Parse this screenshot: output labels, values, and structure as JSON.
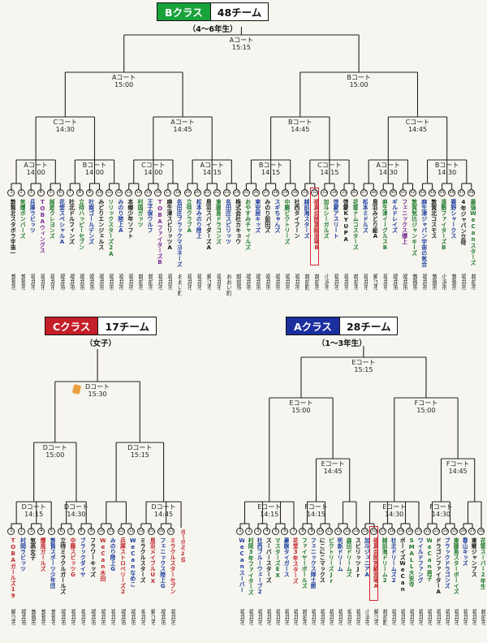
{
  "brackets": {
    "b": {
      "header": {
        "title": "Bクラス",
        "count": "48チーム",
        "subtitle": "（4～6年生）"
      },
      "accent": "#18a23a",
      "rounds": {
        "final": {
          "court": "Aコート",
          "time": "15:15"
        },
        "semis": [
          {
            "court": "Aコート",
            "time": "15:00"
          },
          {
            "court": "Bコート",
            "time": "15:00"
          }
        ],
        "quarters": [
          {
            "court": "Cコート",
            "time": "14:30"
          },
          {
            "court": "Aコート",
            "time": "14:45"
          },
          {
            "court": "Bコート",
            "time": "14:45"
          },
          {
            "court": "Cコート",
            "time": "14:45"
          }
        ],
        "groups": [
          {
            "court": "Aコート",
            "time": "14:00"
          },
          {
            "court": "Bコート",
            "time": "14:00"
          },
          {
            "court": "Cコート",
            "time": "14:00"
          },
          {
            "court": "Aコート",
            "time": "14:15"
          },
          {
            "court": "Bコート",
            "time": "14:15"
          },
          {
            "court": "Cコート",
            "time": "14:15"
          },
          {
            "court": "Aコート",
            "time": "14:30"
          },
          {
            "court": "Bコート",
            "time": "14:30"
          }
        ]
      },
      "teams": [
        {
          "no": "1",
          "name": "敦賀北スタボラ宇宙一",
          "city": "敦賀市",
          "color": "#1a1a1a"
        },
        {
          "no": "2",
          "name": "気爆ボンバーズ",
          "city": "敦賀市",
          "color": "#1f7a2e"
        },
        {
          "no": "3",
          "name": "兵庫ラビッツ",
          "city": "福井市",
          "color": "#1d3f9e"
        },
        {
          "no": "4",
          "name": "TOBAウィングス",
          "city": "福井市",
          "color": "#7a2d96"
        },
        {
          "no": "5",
          "name": "越廼クレヨンズ",
          "city": "福井市",
          "color": "#1f7a2e"
        },
        {
          "no": "6",
          "name": "花堂スペシャルA",
          "city": "福井市",
          "color": "#1d3f9e"
        },
        {
          "no": "7",
          "name": "社北ドルフィンズ",
          "city": "福井市",
          "color": "#1a1a1a"
        },
        {
          "no": "8",
          "name": "立待ハッピーセブン",
          "city": "福井市",
          "color": "#1f7a2e"
        },
        {
          "no": "9",
          "name": "社南ゴールデンズ",
          "city": "福井市",
          "color": "#1d3f9e"
        },
        {
          "no": "10",
          "name": "みどりエンジェルス",
          "city": "福井市",
          "color": "#1a1a1a"
        },
        {
          "no": "11",
          "name": "リリックスターズ2A",
          "city": "福井市",
          "color": "#1f7a2e"
        },
        {
          "no": "12",
          "name": "みのり陸上A",
          "city": "福井市",
          "color": "#1d3f9e"
        },
        {
          "no": "13",
          "name": "本郷少年ソフト",
          "city": "福井市",
          "color": "#1a1a1a"
        },
        {
          "no": "14",
          "name": "村国ガッツ",
          "city": "越前市",
          "color": "#1f7a2e"
        },
        {
          "no": "15",
          "name": "王子保ウルフ",
          "city": "越前市",
          "color": "#1d3f9e"
        },
        {
          "no": "16",
          "name": "TOBAファイターズB",
          "city": "福井市",
          "color": "#7a2d96"
        },
        {
          "no": "17",
          "name": "麻生津スピリッツA",
          "city": "福井市",
          "color": "#1a1a1a"
        },
        {
          "no": "18",
          "name": "名田庄ブラックマヨネーズ",
          "city": "おおい町",
          "color": "#1d3f9e"
        },
        {
          "no": "19",
          "name": "立待クラブA",
          "city": "福井市",
          "color": "#1f7a2e"
        },
        {
          "no": "20",
          "name": "松本みのり陸上",
          "city": "福井市",
          "color": "#1d3f9e"
        },
        {
          "no": "21",
          "name": "鳥羽スパイダーズA",
          "city": "鯖江市",
          "color": "#1a1a1a"
        },
        {
          "no": "22",
          "name": "東藤島ドラゴンズ",
          "city": "福井市",
          "color": "#1f7a2e"
        },
        {
          "no": "23",
          "name": "名田庄スピリッツ",
          "city": "おおい町",
          "color": "#1d3f9e"
        },
        {
          "no": "24",
          "name": "株式会社カキョウ",
          "city": "越前市",
          "color": "#1a1a1a"
        },
        {
          "no": "25",
          "name": "おやすみチャイルズ",
          "city": "福井市",
          "color": "#1f7a2e"
        },
        {
          "no": "26",
          "name": "東安居キッズ",
          "city": "福井市",
          "color": "#1d3f9e"
        },
        {
          "no": "27",
          "name": "みのり前田ズ",
          "city": "福井市",
          "color": "#1a1a1a"
        },
        {
          "no": "28",
          "name": "スギちゃんズ",
          "city": "福井市",
          "color": "#1d3f9e"
        },
        {
          "no": "29",
          "name": "中藤ビクトリーズ",
          "city": "福井市",
          "color": "#1f7a2e"
        },
        {
          "no": "30",
          "name": "社西タイフーン",
          "city": "福井市",
          "color": "#1a1a1a"
        },
        {
          "no": "31",
          "name": "越前海スターズ",
          "city": "越前町",
          "color": "#1d3f9e"
        },
        {
          "no": "32",
          "name": "福真会館富謳道場B",
          "city": "越前市",
          "color": "#c1272d",
          "boxed": true
        },
        {
          "no": "33",
          "name": "加斗シーガルズ",
          "city": "小浜市",
          "color": "#1f7a2e"
        },
        {
          "no": "34",
          "name": "啓蒙アスリート",
          "city": "福井市",
          "color": "#1d3f9e"
        },
        {
          "no": "35",
          "name": "啓蒙KYUPA",
          "city": "福井市",
          "color": "#1a1a1a"
        },
        {
          "no": "36",
          "name": "花筐ナムコスターズ",
          "city": "越前市",
          "color": "#1f7a2e"
        },
        {
          "no": "37",
          "name": "松本ミドルズ",
          "city": "福井市",
          "color": "#1d3f9e"
        },
        {
          "no": "38",
          "name": "鳥羽みどり組A",
          "city": "鯖江市",
          "color": "#1a1a1a"
        },
        {
          "no": "39",
          "name": "麻生津イーグルスB",
          "city": "福井市",
          "color": "#1f7a2e"
        },
        {
          "no": "40",
          "name": "ギルドレイズ",
          "city": "福井市",
          "color": "#1d3f9e"
        },
        {
          "no": "41",
          "name": "フェニックス爆上",
          "city": "福井市",
          "color": "#7a2d96"
        },
        {
          "no": "42",
          "name": "敦賀気比ジャンキーズ",
          "city": "敦賀市",
          "color": "#1f7a2e"
        },
        {
          "no": "43",
          "name": "麻生津ジャパン宇宙の気合",
          "city": "福井市",
          "color": "#1d3f9e"
        },
        {
          "no": "44",
          "name": "敦賀北コスモス",
          "city": "敦賀市",
          "color": "#1a1a1a"
        },
        {
          "no": "45",
          "name": "遠敷ファイターズB",
          "city": "小浜市",
          "color": "#1f7a2e"
        },
        {
          "no": "46",
          "name": "粟野シャークス",
          "city": "敦賀市",
          "color": "#1d3f9e"
        },
        {
          "no": "47",
          "name": "4年ジャパン立待",
          "city": "福井市",
          "color": "#1a1a1a"
        },
        {
          "no": "48",
          "name": "最強WeCanスターズ",
          "city": "越前市",
          "color": "#1f7a2e"
        }
      ]
    },
    "c": {
      "header": {
        "title": "Cクラス",
        "count": "17チーム",
        "subtitle": "（女子）"
      },
      "accent": "#c41e28",
      "note": "⑮～⑰の2位",
      "rounds": {
        "final": {
          "court": "Dコート",
          "time": "15:30"
        },
        "semis": [
          {
            "court": "Dコート",
            "time": "15:00"
          },
          {
            "court": "Dコート",
            "time": "15:15"
          }
        ],
        "groups": [
          {
            "court": "Dコート",
            "time": "14:15"
          },
          {
            "court": "Dコート",
            "time": "14:30"
          },
          {
            "court": "Dコート",
            "time": "14:45"
          }
        ]
      },
      "teams": [
        {
          "no": "1",
          "name": "TOBAガールズ19",
          "city": "鯖江市",
          "color": "#c1272d"
        },
        {
          "no": "2",
          "name": "村岡ラビッツ",
          "city": "福井市",
          "color": "#1d3f9e"
        },
        {
          "no": "3",
          "name": "気高女子",
          "city": "敦賀市",
          "color": "#1a1a1a"
        },
        {
          "no": "4",
          "name": "爆風ガールズ",
          "city": "敦賀市",
          "color": "#c1272d"
        },
        {
          "no": "5",
          "name": "敦賀スポーツ少年団",
          "city": "敦賀市",
          "color": "#1d3f9e"
        },
        {
          "no": "6",
          "name": "立待ミラクルガールズ",
          "city": "福井市",
          "color": "#1a1a1a"
        },
        {
          "no": "7",
          "name": "中藤スピッツG",
          "city": "福井市",
          "color": "#c1272d"
        },
        {
          "no": "8",
          "name": "ブラックダイヤ",
          "city": "福井市",
          "color": "#1d3f9e"
        },
        {
          "no": "9",
          "name": "フラワーキッズ",
          "city": "福井市",
          "color": "#1a1a1a"
        },
        {
          "no": "10",
          "name": "WeCan木田",
          "city": "福井市",
          "color": "#c1272d"
        },
        {
          "no": "11",
          "name": "みのり陸上G",
          "city": "福井市",
          "color": "#1d3f9e"
        },
        {
          "no": "12",
          "name": "兵庫ストロベリーズ2",
          "city": "福井市",
          "color": "#c1272d"
        },
        {
          "no": "13",
          "name": "WeCanなめこ",
          "city": "福井市",
          "color": "#1d3f9e"
        },
        {
          "no": "14",
          "name": "ミラクルスターズ",
          "city": "坂井市",
          "color": "#1a1a1a"
        },
        {
          "no": "15",
          "name": "鳥羽メイプルUX",
          "city": "鯖江市",
          "color": "#c1272d"
        },
        {
          "no": "16",
          "name": "フェニックス陸上G",
          "city": "福井市",
          "color": "#1d3f9e"
        },
        {
          "no": "17",
          "name": "ミラクルスターセブン",
          "city": "福井市",
          "color": "#c1272d"
        }
      ]
    },
    "a": {
      "header": {
        "title": "Aクラス",
        "count": "28チーム",
        "subtitle": "（1～3年生）"
      },
      "accent": "#1c2f9e",
      "rounds": {
        "final": {
          "court": "Eコート",
          "time": "15:15"
        },
        "semis": [
          {
            "court": "Eコート",
            "time": "15:00"
          },
          {
            "court": "Fコート",
            "time": "15:00"
          }
        ],
        "quarters": [
          {
            "court": "Eコート",
            "time": "14:45"
          },
          {
            "court": "Fコート",
            "time": "14:45"
          }
        ],
        "groups": [
          {
            "court": "Eコート",
            "time": "14:15"
          },
          {
            "court": "Fコート",
            "time": "14:15"
          },
          {
            "court": "Eコート",
            "time": "14:30"
          },
          {
            "court": "Fコート",
            "time": "14:30"
          }
        ]
      },
      "teams": [
        {
          "no": "1",
          "name": "WeCanスーパー",
          "city": "福井市",
          "color": "#1d3f9e"
        },
        {
          "no": "2",
          "name": "村岡3年ファイターズ",
          "city": "福井市",
          "color": "#1f7a2e"
        },
        {
          "no": "3",
          "name": "社西ブルーウェーブ2",
          "city": "福井市",
          "color": "#1d3f9e"
        },
        {
          "no": "4",
          "name": "スーパースターズ",
          "city": "福井市",
          "color": "#1a1a1a"
        },
        {
          "no": "5",
          "name": "マスターズEX",
          "city": "福井市",
          "color": "#1f7a2e"
        },
        {
          "no": "6",
          "name": "豪腕タイガース",
          "city": "福井市",
          "color": "#1d3f9e"
        },
        {
          "no": "7",
          "name": "花堂3年スターズ",
          "city": "福井市",
          "color": "#c1272d"
        },
        {
          "no": "8",
          "name": "ファイヤーボールズ",
          "city": "越前市",
          "color": "#1f7a2e"
        },
        {
          "no": "9",
          "name": "フェニックス隊士朗",
          "city": "福井市",
          "color": "#1d3f9e"
        },
        {
          "no": "10",
          "name": "にこにこマックス",
          "city": "福井市",
          "color": "#1a1a1a"
        },
        {
          "no": "11",
          "name": "ビクトリーズJr",
          "city": "福井市",
          "color": "#1f7a2e"
        },
        {
          "no": "12",
          "name": "明新ドリーム",
          "city": "福井市",
          "color": "#1d3f9e"
        },
        {
          "no": "13",
          "name": "森田ドリームズ",
          "city": "坂井市",
          "color": "#1f7a2e"
        },
        {
          "no": "14",
          "name": "スピリッツJr",
          "city": "福井市",
          "color": "#1a1a1a"
        },
        {
          "no": "15",
          "name": "加斗ジュニアA",
          "city": "小浜市",
          "color": "#1d3f9e"
        },
        {
          "no": "16",
          "name": "福真会館宮鯖道場A",
          "city": "鯖江市",
          "color": "#c1272d",
          "boxed": true
        },
        {
          "no": "17",
          "name": "越前海ドリーム2",
          "city": "越前町",
          "color": "#1f7a2e"
        },
        {
          "no": "18",
          "name": "社北ドリームズ2",
          "city": "福井市",
          "color": "#1d3f9e"
        },
        {
          "no": "19",
          "name": "ボーイズWeCan",
          "city": "福井市",
          "color": "#1a1a1a"
        },
        {
          "no": "20",
          "name": "SMALL大安寺",
          "city": "福井市",
          "color": "#1f7a2e"
        },
        {
          "no": "21",
          "name": "ワイルドファング",
          "city": "福井市",
          "color": "#1d3f9e"
        },
        {
          "no": "22",
          "name": "WeCan男子",
          "city": "福井市",
          "color": "#1f7a2e"
        },
        {
          "no": "23",
          "name": "ドラゴンファイターA",
          "city": "福井市",
          "color": "#1a1a1a"
        },
        {
          "no": "24",
          "name": "ブラックドラゴンズ",
          "city": "福井市",
          "color": "#1d3f9e"
        },
        {
          "no": "25",
          "name": "東藤島スターボーイズ",
          "city": "福井市",
          "color": "#1f7a2e"
        },
        {
          "no": "26",
          "name": "春山キッズ",
          "city": "福井市",
          "color": "#1d3f9e"
        },
        {
          "no": "27",
          "name": "東郷ジャンプス",
          "city": "福井市",
          "color": "#1a1a1a"
        },
        {
          "no": "28",
          "name": "花筐スーパー2年生",
          "city": "越前市",
          "color": "#1f7a2e"
        }
      ]
    }
  }
}
